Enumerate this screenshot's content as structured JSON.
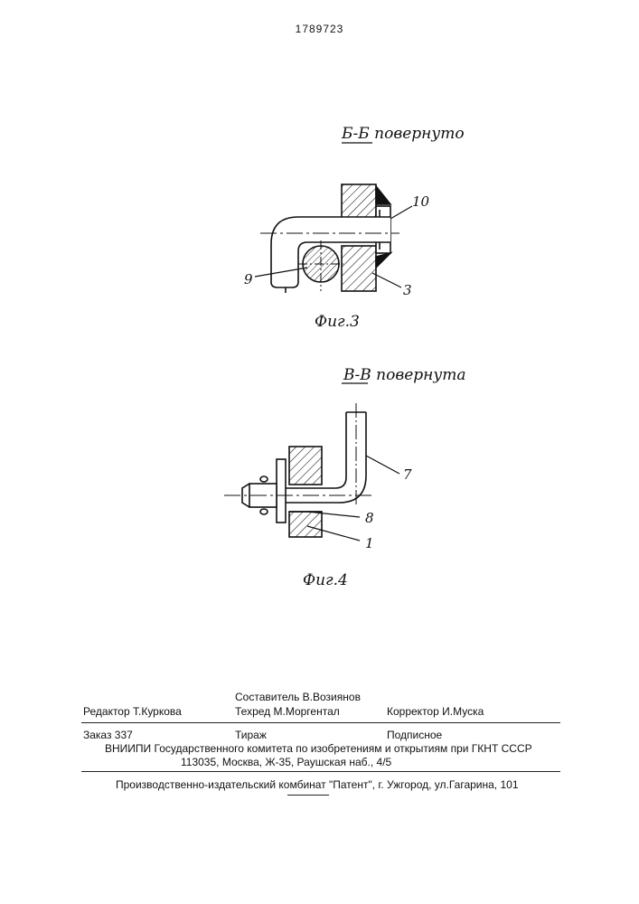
{
  "patent_number": "1789723",
  "figure3": {
    "section_title": "Б-Б повернуто",
    "caption": "Фиг.3",
    "callouts": [
      "10",
      "9",
      "3"
    ]
  },
  "figure4": {
    "section_title": "В-В повернута",
    "caption": "Фиг.4",
    "callouts": [
      "7",
      "8",
      "1"
    ]
  },
  "imprint": {
    "compiler": "Составитель В.Возиянов",
    "editor": "Редактор  Т.Куркова",
    "techred": "Техред М.Моргентал",
    "corrector": "Корректор  И.Муска",
    "order": "Заказ  337",
    "circulation": "Тираж",
    "subscription": "Подписное",
    "institution": "ВНИИПИ Государственного комитета по изобретениям и открытиям при ГКНТ СССР",
    "address": "113035, Москва, Ж-35, Раушская наб., 4/5",
    "publisher": "Производственно-издательский комбинат \"Патент\", г. Ужгород, ул.Гагарина, 101"
  }
}
